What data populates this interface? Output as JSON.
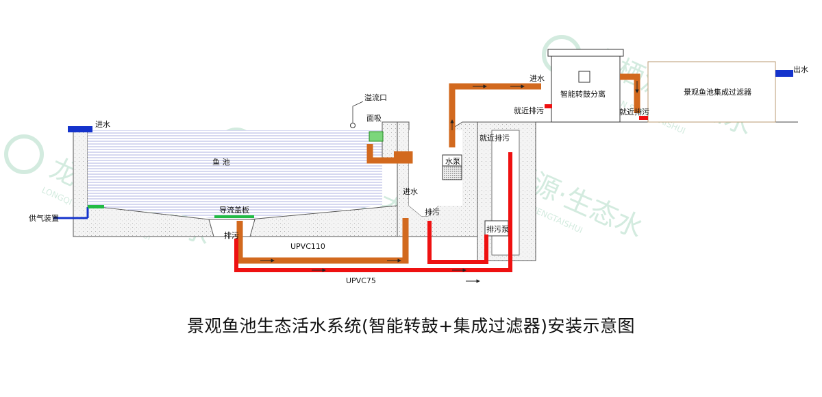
{
  "caption": "景观鱼池生态活水系统(智能转鼓+集成过滤器)安装示意图",
  "labels": {
    "inlet_left": "进水",
    "fish_pond": "鱼 池",
    "air_supply": "供气装置",
    "guide_plate": "导流盖板",
    "drain_left": "排污",
    "upvc110": "UPVC110",
    "upvc75": "UPVC75",
    "overflow": "溢流口",
    "surface_suction": "面吸",
    "inlet_mid": "进水",
    "drain_mid": "排污",
    "pump": "水泵",
    "nearby_drain_mid": "就近排污",
    "sewage_pump": "排污泵",
    "inlet_top": "进水",
    "drum_separator": "智能转鼓分离",
    "nearby_drain_a": "就近排污",
    "nearby_drain_b": "就近排污",
    "integrated_filter": "景观鱼池集成过滤器",
    "outlet": "出水"
  },
  "watermark": {
    "brand": "龙栖源·生态水",
    "pinyin": "LONGQIYUAN SHENGTAISHUI"
  },
  "colors": {
    "orange_pipe": "#d2691e",
    "red_pipe": "#ee1111",
    "water_line": "#8a8fd6",
    "blue": "#1433cc",
    "green": "#22bb44",
    "concrete": "#f2f2f2",
    "watermark": "#cfe9dc"
  }
}
